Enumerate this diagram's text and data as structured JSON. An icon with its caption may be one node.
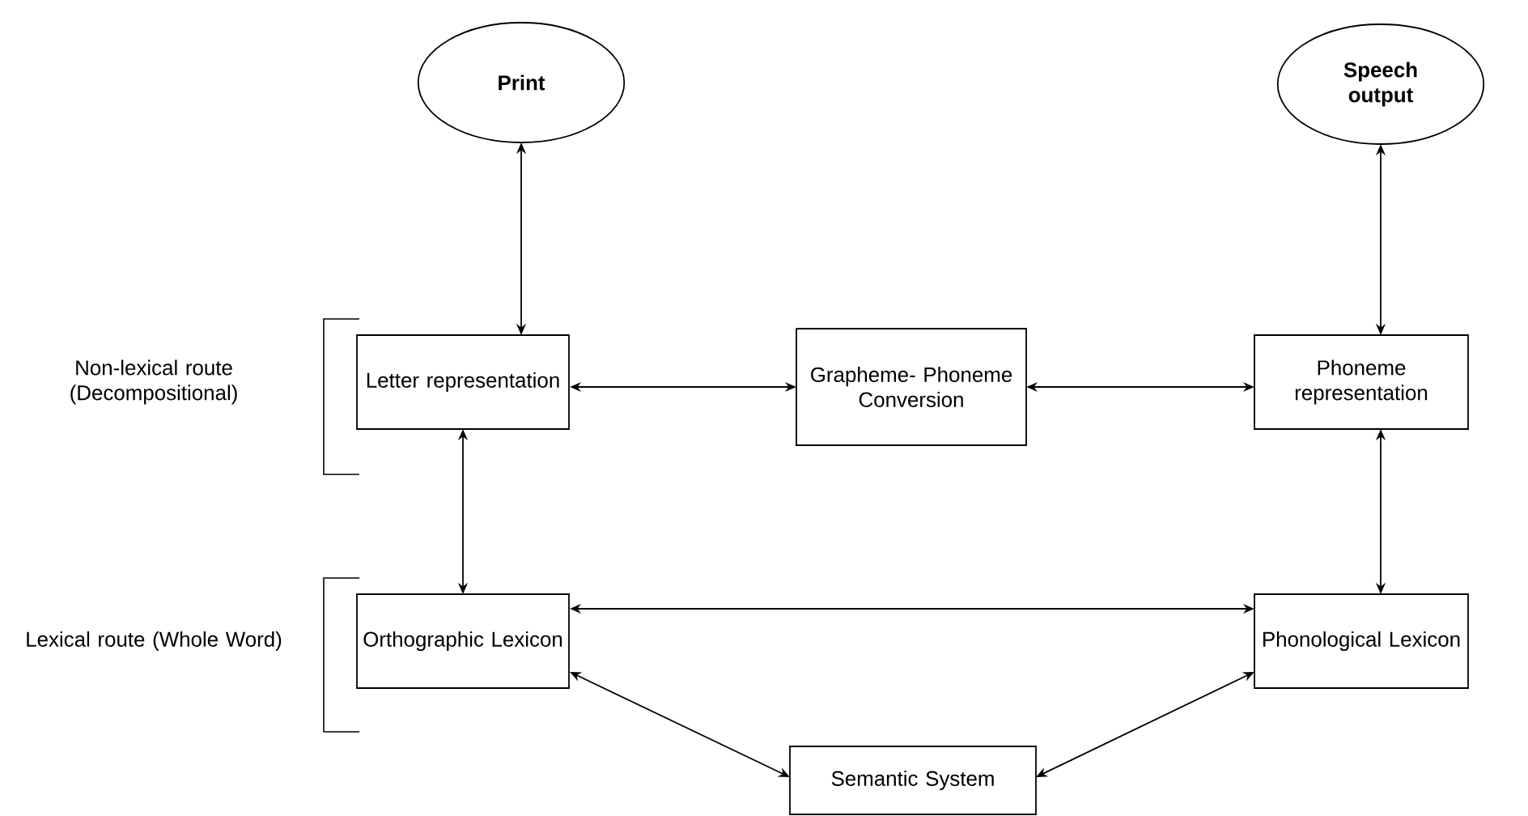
{
  "diagram": {
    "nodes": [
      {
        "text": [
          "Print"
        ]
      },
      {
        "text": [
          "Speech output"
        ]
      },
      {
        "text": [
          "Letter representation"
        ]
      },
      {
        "text": [
          "Grapheme- Phoneme Conversion"
        ]
      },
      {
        "text": [
          "Phoneme representation"
        ]
      },
      {
        "text": [
          "Orthographic Lexicon"
        ]
      },
      {
        "text": [
          "Phonological Lexicon"
        ]
      },
      {
        "text": [
          "Semantic System"
        ]
      }
    ],
    "edges": [
      {
        "from": 0,
        "to": 2,
        "arrow": "both"
      },
      {
        "from": 1,
        "to": 4,
        "arrow": "both"
      },
      {
        "from": 2,
        "to": 3,
        "arrow": "both"
      },
      {
        "from": 3,
        "to": 4,
        "arrow": "both"
      },
      {
        "from": 2,
        "to": 5,
        "arrow": "both"
      },
      {
        "from": 4,
        "to": 6,
        "arrow": "both"
      },
      {
        "from": 5,
        "to": 6,
        "arrow": "both"
      },
      {
        "from": 5,
        "to": 7,
        "arrow": "both"
      },
      {
        "from": 6,
        "to": 7,
        "arrow": "both"
      }
    ],
    "labels": [
      "Non-lexical route (Decompositional)",
      "Lexical route (Whole Word)"
    ]
  }
}
